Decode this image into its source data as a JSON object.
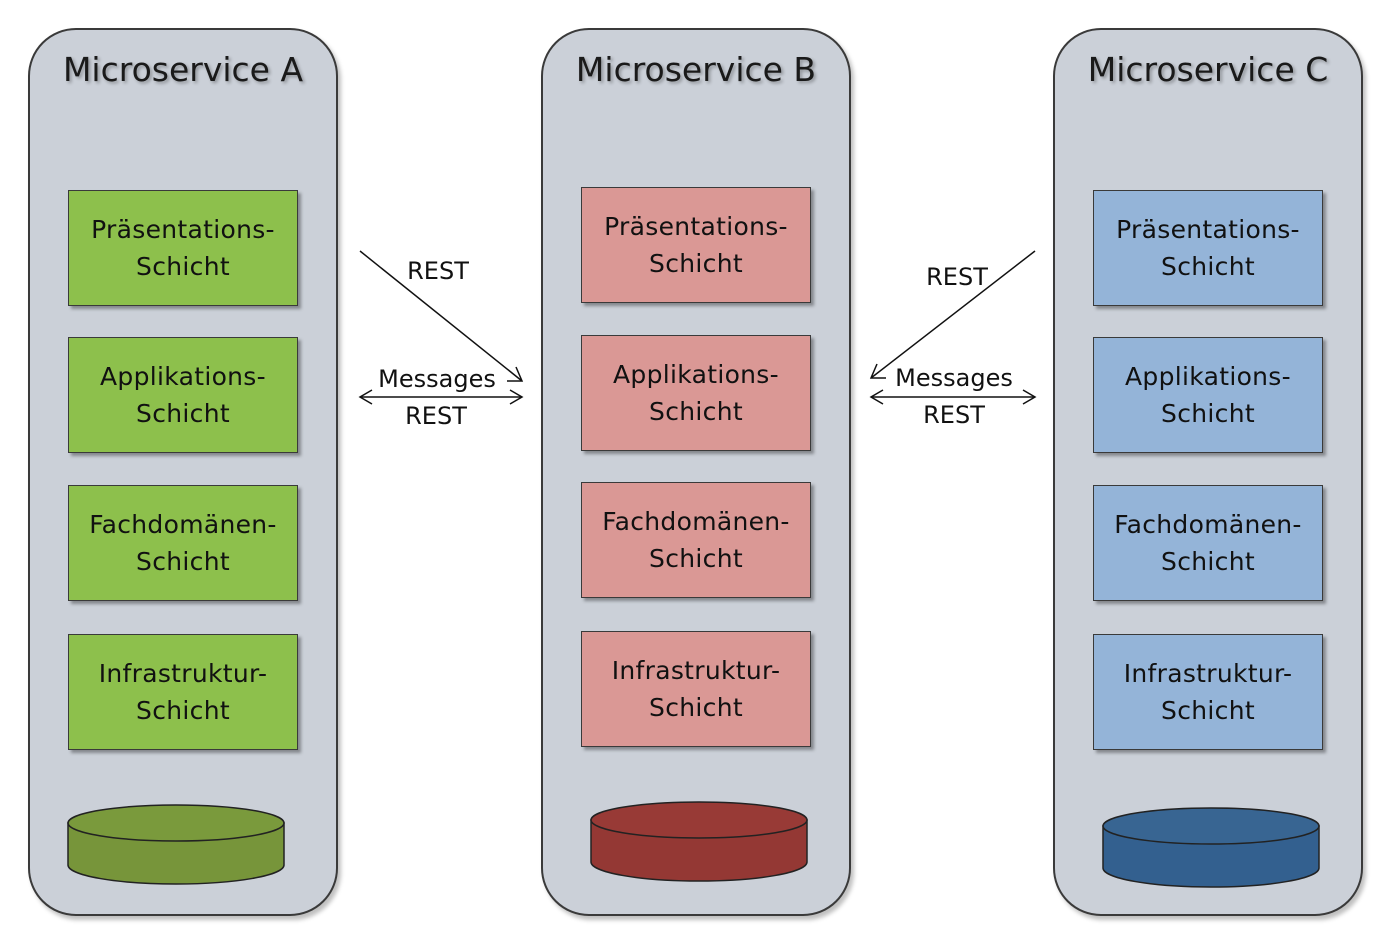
{
  "services": [
    {
      "title": "Microservice A",
      "layer_color": "#8dc04c",
      "db_color": "#77953a",
      "db_top_color": "#7a9a3c",
      "layers": [
        "Präsentations-\nSchicht",
        "Applikations-\nSchicht",
        "Fachdomänen-\nSchicht",
        "Infrastruktur-\nSchicht"
      ]
    },
    {
      "title": "Microservice B",
      "layer_color": "#da9895",
      "db_color": "#943834",
      "db_top_color": "#983a36",
      "layers": [
        "Präsentations-\nSchicht",
        "Applikations-\nSchicht",
        "Fachdomänen-\nSchicht",
        "Infrastruktur-\nSchicht"
      ]
    },
    {
      "title": "Microservice C",
      "layer_color": "#94b4d8",
      "db_color": "#33608f",
      "db_top_color": "#386592",
      "layers": [
        "Präsentations-\nSchicht",
        "Applikations-\nSchicht",
        "Fachdomänen-\nSchicht",
        "Infrastruktur-\nSchicht"
      ]
    }
  ],
  "connections": {
    "a_to_b_rest": "REST",
    "a_b_messages": "Messages",
    "a_b_rest": "REST",
    "c_to_b_rest": "REST",
    "b_c_messages": "Messages",
    "b_c_rest": "REST"
  }
}
